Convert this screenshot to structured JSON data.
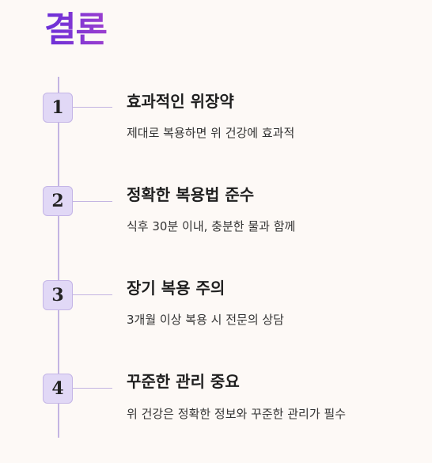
{
  "title": "결론",
  "steps": [
    {
      "number": "1",
      "title": "효과적인 위장약",
      "description": "제대로 복용하면 위 건강에 효과적"
    },
    {
      "number": "2",
      "title": "정확한 복용법 준수",
      "description": "식후 30분 이내, 충분한 물과 함께"
    },
    {
      "number": "3",
      "title": "장기 복용 주의",
      "description": "3개월 이상 복용 시 전문의 상담"
    },
    {
      "number": "4",
      "title": "꾸준한 관리 중요",
      "description": "위 건강은 정확한 정보와 꾸준한 관리가 필수"
    }
  ],
  "colors": {
    "background": "#fdf9f6",
    "title_gradient_start": "#6a2fd8",
    "title_gradient_end": "#9b3fcf",
    "timeline": "#c3b4e2",
    "marker_fill": "#e1d8f6"
  }
}
